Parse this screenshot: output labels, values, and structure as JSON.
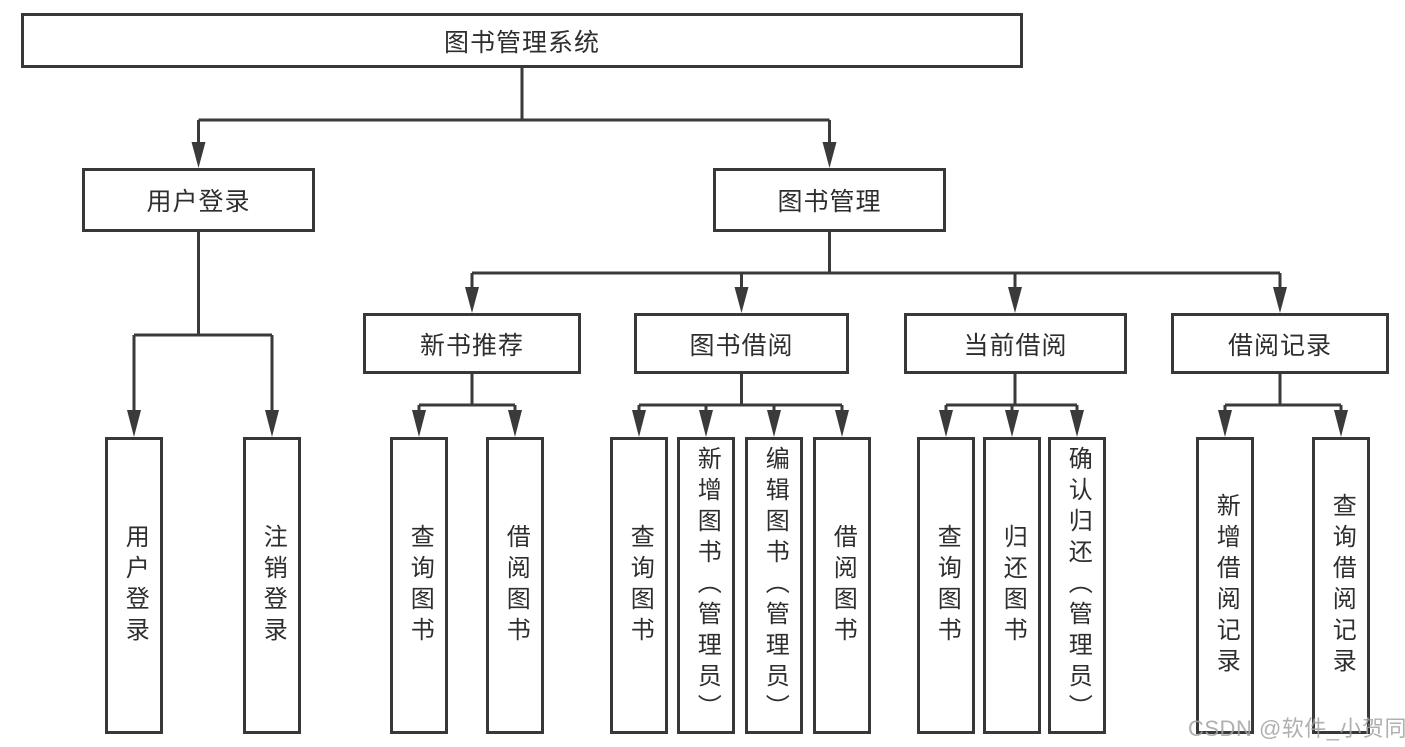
{
  "diagram": {
    "title": "图书管理系统",
    "nodes": {
      "root": "图书管理系统",
      "user_login": "用户登录",
      "book_mgmt": "图书管理",
      "new_book": "新书推荐",
      "book_borrow": "图书借阅",
      "current_borrow": "当前借阅",
      "borrow_record": "借阅记录"
    },
    "leaves": {
      "user_login": [
        "用户登录",
        "注销登录"
      ],
      "new_book": [
        "查询图书",
        "借阅图书"
      ],
      "book_borrow": [
        "查询图书",
        "新增图书（管理员）",
        "编辑图书（管理员）",
        "借阅图书"
      ],
      "current_borrow": [
        "查询图书",
        "归还图书",
        "确认归还（管理员）"
      ],
      "borrow_record": [
        "新增借阅记录",
        "查询借阅记录"
      ]
    }
  },
  "watermark": "CSDN @软件_小贺同学",
  "colors": {
    "line": "#3a3a3a",
    "box_border": "#383838",
    "text": "#2e2e2e",
    "watermark": "#a2a2a2",
    "background": "#ffffff"
  }
}
